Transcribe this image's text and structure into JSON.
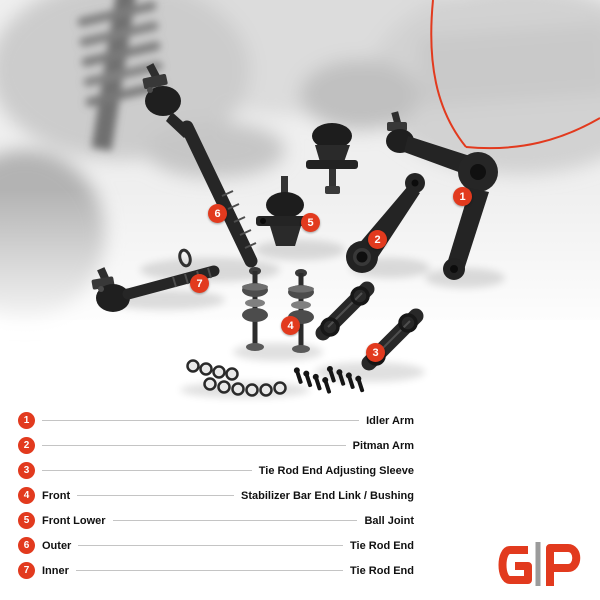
{
  "accent_color": "#e23a1e",
  "legend": {
    "items": [
      {
        "num": "1",
        "qualifier": "",
        "label": "Idler Arm"
      },
      {
        "num": "2",
        "qualifier": "",
        "label": "Pitman Arm"
      },
      {
        "num": "3",
        "qualifier": "",
        "label": "Tie Rod End Adjusting Sleeve"
      },
      {
        "num": "4",
        "qualifier": "Front",
        "label": "Stabilizer Bar End Link / Bushing"
      },
      {
        "num": "5",
        "qualifier": "Front Lower",
        "label": "Ball Joint"
      },
      {
        "num": "6",
        "qualifier": "Outer",
        "label": "Tie Rod End"
      },
      {
        "num": "7",
        "qualifier": "Inner",
        "label": "Tie Rod End"
      }
    ]
  },
  "brand": {
    "logo_icon": "a-premium-logo"
  }
}
